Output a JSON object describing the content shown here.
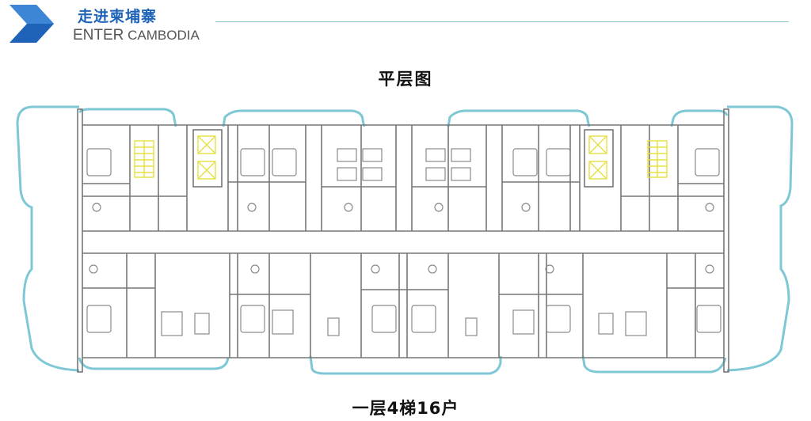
{
  "header": {
    "brand_cn": "走进柬埔寨",
    "brand_en_lead": "ENTER",
    "brand_en_rest": " CAMBODIA",
    "logo_icon": "chevron-arrow-icon",
    "brand_color": "#1e63b8"
  },
  "diagram": {
    "title": "平层图",
    "caption": "一层4梯16户",
    "colors": {
      "outline": "#7ec8d6",
      "walls": "#777777",
      "stairs": "#e5e040",
      "furniture": "#8a8a8a"
    }
  }
}
